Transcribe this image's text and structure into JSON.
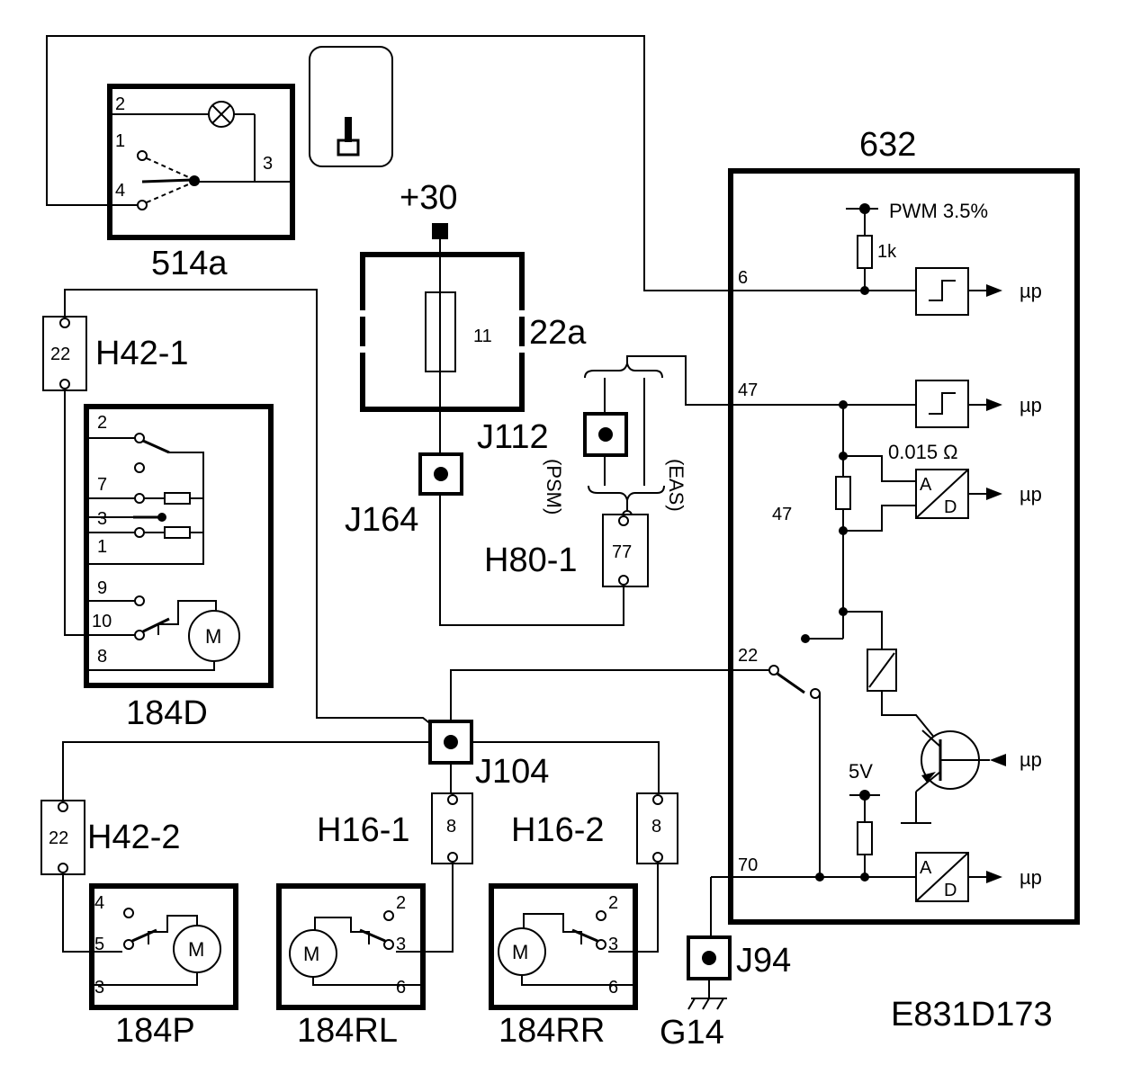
{
  "diagram_code": "E831D173",
  "supply": {
    "label": "+30"
  },
  "components": {
    "c514a": {
      "label": "514a",
      "pins": {
        "p1": "1",
        "p2": "2",
        "p3": "3",
        "p4": "4"
      }
    },
    "c22a": {
      "label": "22a",
      "fuse": "11"
    },
    "c632": {
      "label": "632",
      "pwm": "PWM 3.5%",
      "r1": "1k",
      "shunt": "0.015 Ω",
      "shunt_pin": "47",
      "pin6": "6",
      "pin47": "47",
      "pin22": "22",
      "pin70": "70",
      "v5": "5V",
      "up": "µp",
      "ad_a": "A",
      "ad_d": "D"
    },
    "c184D": {
      "label": "184D",
      "pins": {
        "p2": "2",
        "p7": "7",
        "p3": "3",
        "p1": "1",
        "p9": "9",
        "p10": "10",
        "p8": "8"
      },
      "motor": "M"
    },
    "c184P": {
      "label": "184P",
      "pins": {
        "p4": "4",
        "p5": "5",
        "p3": "3"
      },
      "motor": "M"
    },
    "c184RL": {
      "label": "184RL",
      "pins": {
        "p2": "2",
        "p3": "3",
        "p6": "6"
      },
      "motor": "M"
    },
    "c184RR": {
      "label": "184RR",
      "pins": {
        "p2": "2",
        "p3": "3",
        "p6": "6"
      },
      "motor": "M"
    }
  },
  "connectors": {
    "h42_1": {
      "label": "H42-1",
      "pin": "22"
    },
    "h42_2": {
      "label": "H42-2",
      "pin": "22"
    },
    "h80_1": {
      "label": "H80-1",
      "pin": "77"
    },
    "h16_1": {
      "label": "H16-1",
      "pin": "8"
    },
    "h16_2": {
      "label": "H16-2",
      "pin": "8"
    }
  },
  "junctions": {
    "j104": "J104",
    "j112": "J112",
    "j164": "J164",
    "j94": "J94"
  },
  "ground": "G14",
  "options": {
    "psm": "(PSM)",
    "eas": "(EAS)"
  }
}
